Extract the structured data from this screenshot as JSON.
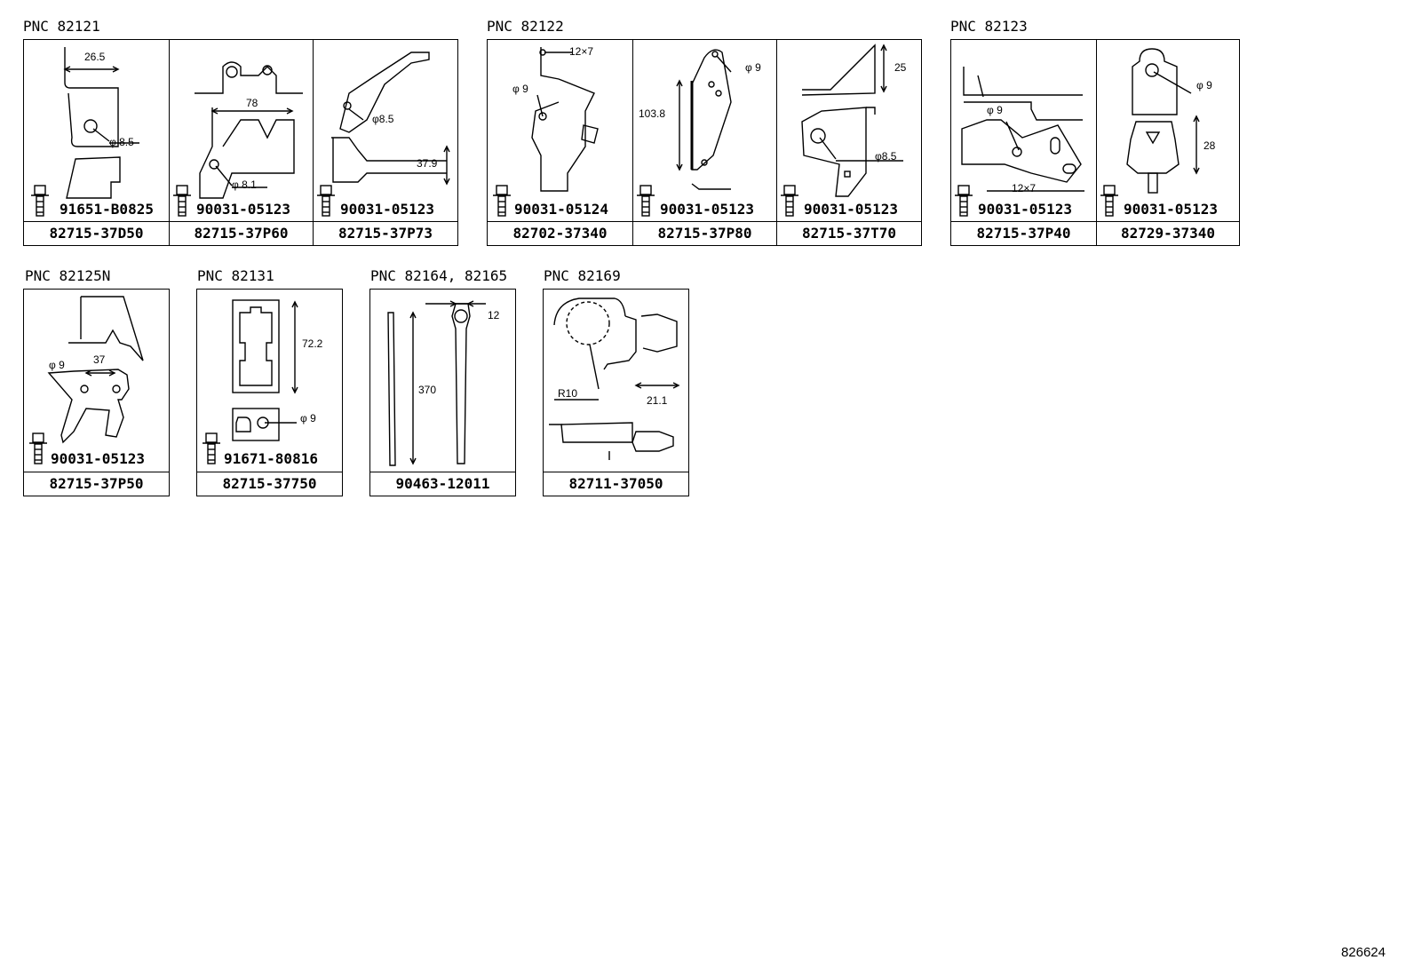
{
  "groups": [
    {
      "pnc": "PNC 82121",
      "cells": [
        {
          "part_number": "82715-37D50",
          "bolt_number": "91651-B0825",
          "dims": [
            "26.5",
            "φ 8.5"
          ]
        },
        {
          "part_number": "82715-37P60",
          "bolt_number": "90031-05123",
          "dims": [
            "78",
            "φ 8.1"
          ]
        },
        {
          "part_number": "82715-37P73",
          "bolt_number": "90031-05123",
          "dims": [
            "φ8.5",
            "37.9"
          ]
        }
      ]
    },
    {
      "pnc": "PNC 82122",
      "cells": [
        {
          "part_number": "82702-37340",
          "bolt_number": "90031-05124",
          "dims": [
            "12×7",
            "φ 9"
          ]
        },
        {
          "part_number": "82715-37P80",
          "bolt_number": "90031-05123",
          "dims": [
            "φ 9",
            "103.8"
          ]
        },
        {
          "part_number": "82715-37T70",
          "bolt_number": "90031-05123",
          "dims": [
            "25",
            "φ8.5"
          ]
        }
      ]
    },
    {
      "pnc": "PNC 82123",
      "cells": [
        {
          "part_number": "82715-37P40",
          "bolt_number": "90031-05123",
          "dims": [
            "φ 9",
            "12×7"
          ]
        },
        {
          "part_number": "82729-37340",
          "bolt_number": "90031-05123",
          "dims": [
            "φ 9",
            "28"
          ]
        }
      ]
    },
    {
      "pnc": "PNC 82125N",
      "cells": [
        {
          "part_number": "82715-37P50",
          "bolt_number": "90031-05123",
          "dims": [
            "φ 9",
            "37"
          ]
        }
      ]
    },
    {
      "pnc": "PNC 82131",
      "cells": [
        {
          "part_number": "82715-37750",
          "bolt_number": "91671-80816",
          "dims": [
            "72.2",
            "φ 9"
          ]
        }
      ]
    },
    {
      "pnc": "PNC 82164, 82165",
      "cells": [
        {
          "part_number": "90463-12011",
          "bolt_number": "",
          "dims": [
            "12",
            "370"
          ]
        }
      ]
    },
    {
      "pnc": "PNC 82169",
      "cells": [
        {
          "part_number": "82711-37050",
          "bolt_number": "",
          "dims": [
            "R10",
            "21.1"
          ]
        }
      ]
    }
  ],
  "illustration_number": "826624"
}
